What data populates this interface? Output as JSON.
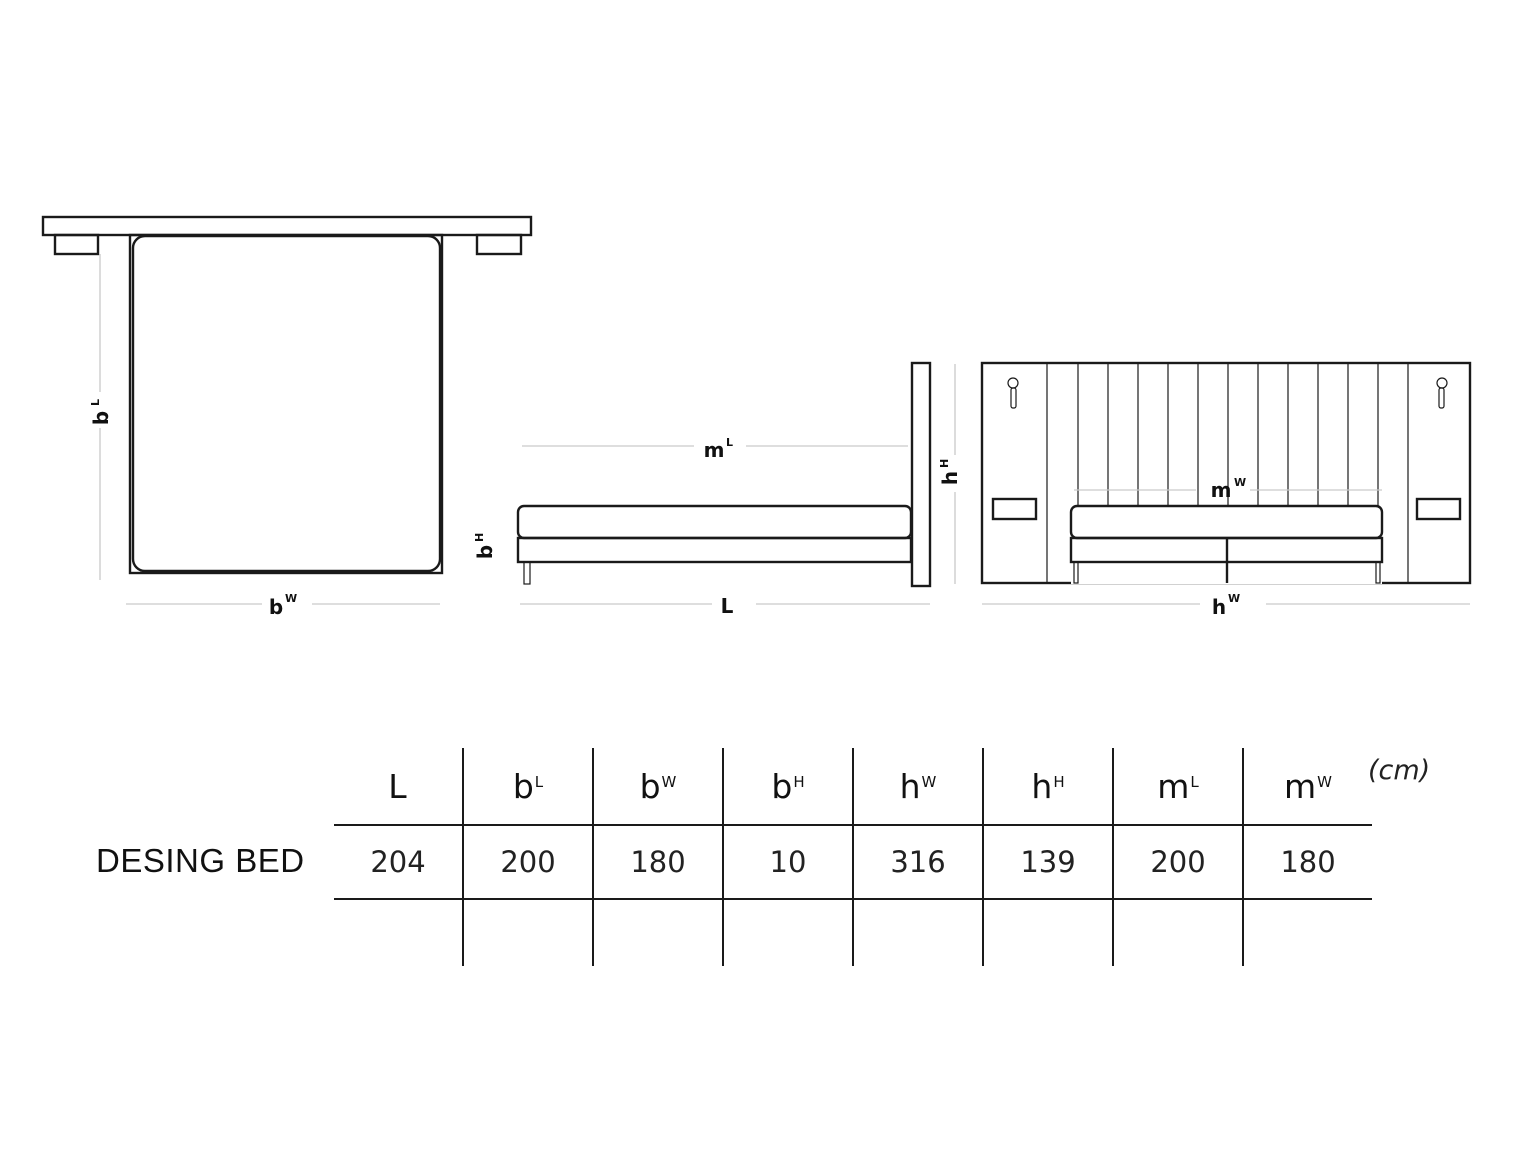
{
  "labels": {
    "b_width": "b",
    "b_width_sup": "W",
    "b_length": "b",
    "b_length_sup": "L",
    "b_height": "b",
    "b_height_sup": "H",
    "length": "L",
    "m_length": "m",
    "m_length_sup": "L",
    "h_height": "h",
    "h_height_sup": "H",
    "h_width": "h",
    "h_width_sup": "W",
    "m_width": "m",
    "m_width_sup": "W"
  },
  "table": {
    "unit": "(cm)",
    "headers": [
      {
        "base": "L",
        "sup": ""
      },
      {
        "base": "b",
        "sup": "L"
      },
      {
        "base": "b",
        "sup": "W"
      },
      {
        "base": "b",
        "sup": "H"
      },
      {
        "base": "h",
        "sup": "W"
      },
      {
        "base": "h",
        "sup": "H"
      },
      {
        "base": "m",
        "sup": "L"
      },
      {
        "base": "m",
        "sup": "W"
      }
    ],
    "row_label": "DESING BED",
    "values": [
      "204",
      "200",
      "180",
      "10",
      "316",
      "139",
      "200",
      "180"
    ]
  }
}
